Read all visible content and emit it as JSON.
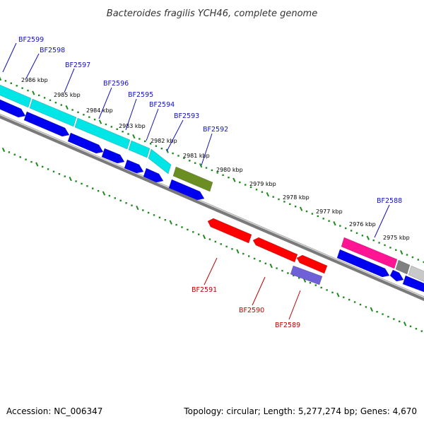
{
  "title": "Bacteroides fragilis YCH46, complete genome",
  "colors": {
    "backbone": "#7a7a7a",
    "backbone_highlight": "#d8d8d8",
    "ticks": "#1f8a1f",
    "forward_label": "#1010c0",
    "reverse_label": "#c00000"
  },
  "kbp_labels": [
    "2986 kbp",
    "2985 kbp",
    "2984 kbp",
    "2983 kbp",
    "2982 kbp",
    "2981 kbp",
    "2980 kbp",
    "2979 kbp",
    "2978 kbp",
    "2977 kbp",
    "2976 kbp",
    "2975 kbp"
  ],
  "forward_labels": [
    "BF2599",
    "BF2598",
    "BF2597",
    "BF2596",
    "BF2595",
    "BF2594",
    "BF2593",
    "BF2592",
    "BF2588"
  ],
  "reverse_labels": [
    "BF2591",
    "BF2590",
    "BF2589"
  ],
  "feature_colors": [
    "#00e5e5",
    "#0000f0",
    "#6b8e23",
    "#ff0000",
    "#7060d8",
    "#ff1493",
    "#808080",
    "#c8c8c8"
  ],
  "footer": {
    "accession": "Accession: NC_006347",
    "topology": "Topology: circular; Length: 5,277,274 bp; Genes: 4,670"
  }
}
